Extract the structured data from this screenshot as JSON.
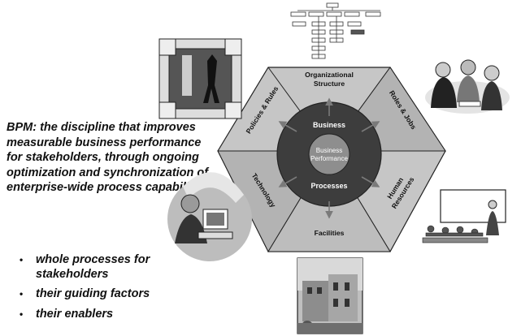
{
  "definition": {
    "term": "BPM:",
    "text": "the discipline that improves measurable business performance for stakeholders, through ongoing optimization and synchronization of enterprise-wide process capabilities."
  },
  "bullets": [
    "whole processes for stakeholders",
    "their guiding factors",
    "their enablers"
  ],
  "bullet_glyph": "•",
  "diagram": {
    "center_label": "Business Performance",
    "inner_ring_top": "Business",
    "inner_ring_bottom": "Processes",
    "segments": {
      "top": "Organizational Structure",
      "top_right": "Roles & Jobs",
      "bottom_right": "Human Resources",
      "bottom": "Facilities",
      "bottom_left": "Technology",
      "top_left": "Policies & Rules"
    },
    "colors": {
      "hex_light": "#c9c9c9",
      "hex_mid": "#a9a9a9",
      "ring": "#3d3d3d",
      "center": "#8e8e8e",
      "arrow": "#7a7a7a"
    }
  },
  "illustrations": {
    "org_chart": "org-chart-illustration",
    "gavel_frame": "framed-figure-illustration",
    "meeting": "people-meeting-illustration",
    "computer": "person-at-computer-illustration",
    "classroom": "classroom-illustration",
    "building": "building-photo"
  }
}
